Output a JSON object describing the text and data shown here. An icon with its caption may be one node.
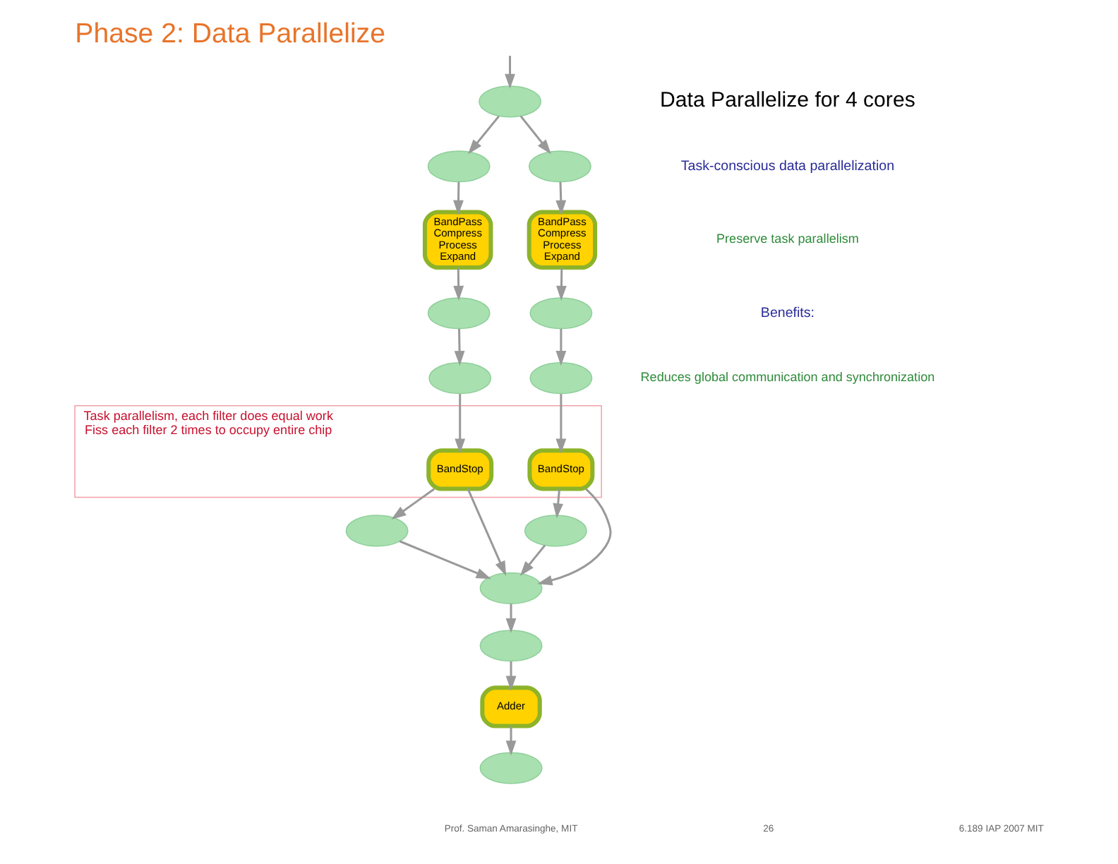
{
  "diagram": {
    "title": "Phase 2: Data Parallelize",
    "nodes": [
      {
        "text": [],
        "shape": "ellipse"
      },
      {
        "text": [],
        "shape": "ellipse"
      },
      {
        "text": [],
        "shape": "ellipse"
      },
      {
        "text": [
          "BandPass",
          "Compress",
          "Process",
          "Expand"
        ]
      },
      {
        "text": [
          "BandPass",
          "Compress",
          "Process",
          "Expand"
        ]
      },
      {
        "text": [],
        "shape": "ellipse"
      },
      {
        "text": [],
        "shape": "ellipse"
      },
      {
        "text": [],
        "shape": "ellipse"
      },
      {
        "text": [],
        "shape": "ellipse"
      },
      {
        "text": [
          "Task parallelism, each filter does equal work",
          "Fiss each filter 2 times to occupy entire chip"
        ]
      },
      {
        "text": [
          "BandStop"
        ],
        "in": 9
      },
      {
        "text": [
          "BandStop"
        ],
        "in": 9
      },
      {
        "text": [],
        "shape": "ellipse"
      },
      {
        "text": [],
        "shape": "ellipse"
      },
      {
        "text": [],
        "shape": "ellipse"
      },
      {
        "text": [
          "Adder"
        ]
      },
      {
        "text": [],
        "shape": "ellipse"
      },
      {
        "text": [],
        "shape": "ellipse"
      }
    ],
    "edges": [
      {
        "from": null,
        "to": 0,
        "arrow": "to"
      },
      {
        "from": 0,
        "to": 1,
        "arrow": "to"
      },
      {
        "from": 0,
        "to": 2,
        "arrow": "to"
      },
      {
        "from": 1,
        "to": 3,
        "arrow": "to"
      },
      {
        "from": 2,
        "to": 4,
        "arrow": "to"
      },
      {
        "from": 3,
        "to": 5,
        "arrow": "to"
      },
      {
        "from": 4,
        "to": 6,
        "arrow": "to"
      },
      {
        "from": 5,
        "to": 7,
        "arrow": "to"
      },
      {
        "from": 6,
        "to": 8,
        "arrow": "to"
      },
      {
        "from": 7,
        "to": 10,
        "arrow": "to"
      },
      {
        "from": 8,
        "to": 11,
        "arrow": "to"
      },
      {
        "from": 10,
        "to": 12,
        "arrow": "to"
      },
      {
        "from": 11,
        "to": 13,
        "arrow": "to"
      },
      {
        "from": 10,
        "to": 14,
        "arrow": "to"
      },
      {
        "from": 11,
        "to": 14,
        "arrow": "to"
      },
      {
        "from": 12,
        "to": 14,
        "arrow": "to"
      },
      {
        "from": 13,
        "to": 14,
        "arrow": "to"
      },
      {
        "from": 14,
        "to": 16,
        "arrow": "to"
      },
      {
        "from": 16,
        "to": 15,
        "arrow": "to"
      },
      {
        "from": 15,
        "to": 17,
        "arrow": "to"
      }
    ],
    "labels": [
      "Data Parallelize for 4 cores",
      "Task-conscious data parallelization",
      "Preserve task parallelism",
      "Benefits:",
      "Reduces global communication and synchronization",
      "Prof. Saman Amarasinghe, MIT",
      "26",
      "6.189 IAP 2007 MIT"
    ]
  }
}
